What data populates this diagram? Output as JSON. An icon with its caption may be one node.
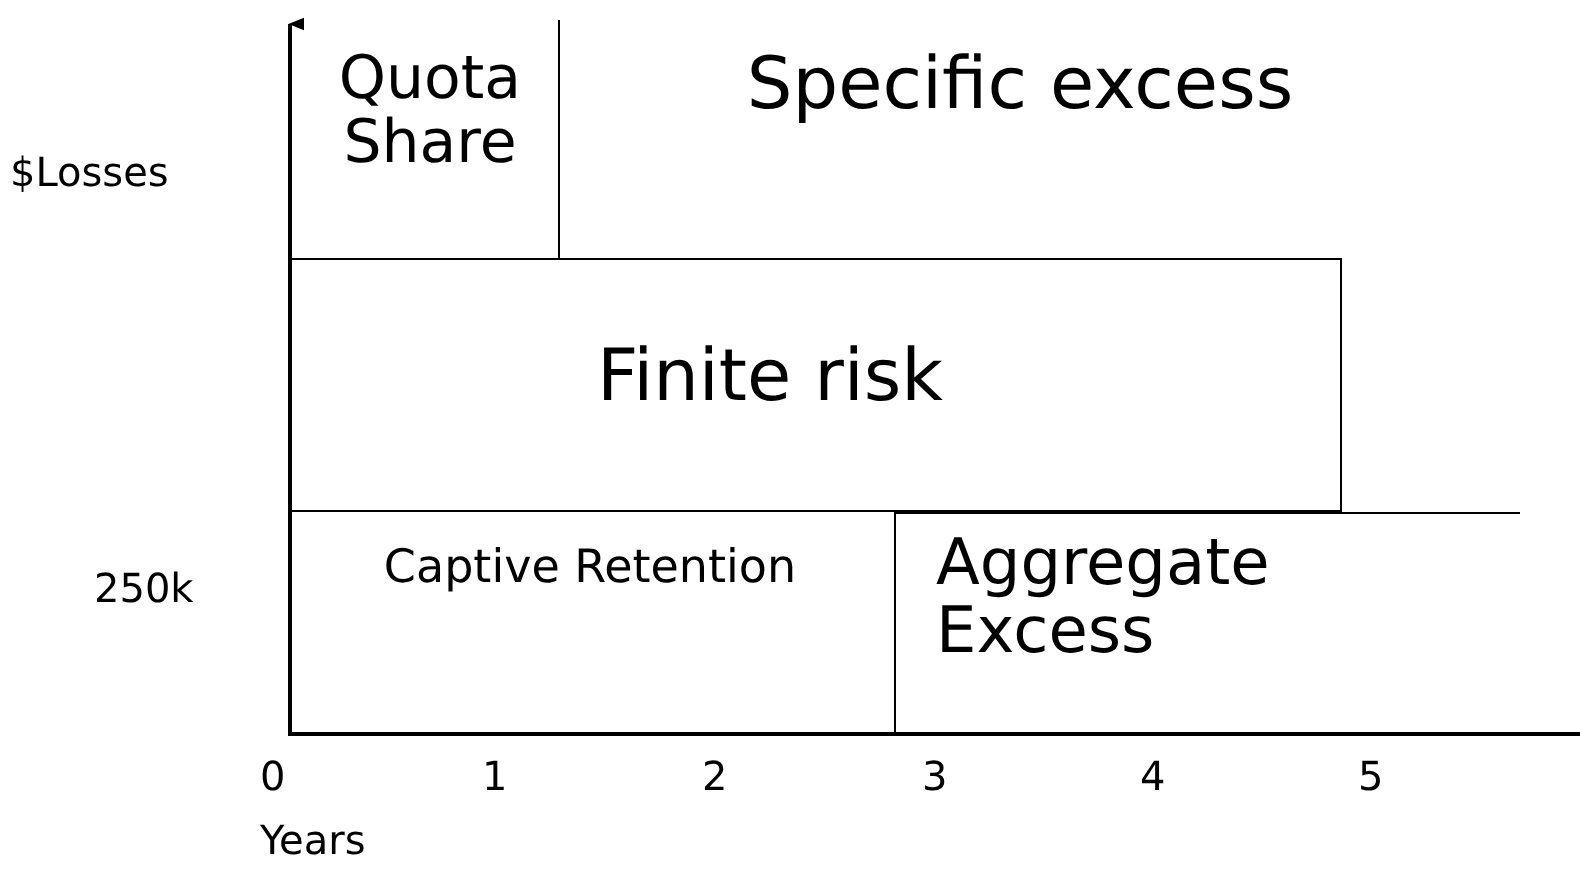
{
  "diagram": {
    "nodes": [
      {
        "text": [
          "Quota Share"
        ]
      },
      {
        "text": [
          "Specific excess"
        ]
      },
      {
        "text": [
          "Finite risk"
        ]
      },
      {
        "text": [
          "Captive Retention"
        ]
      },
      {
        "text": [
          "Aggregate Excess"
        ]
      }
    ],
    "labels": [
      "$Losses",
      "250k",
      "0",
      "1",
      "2",
      "3",
      "4",
      "5",
      "Years"
    ]
  }
}
